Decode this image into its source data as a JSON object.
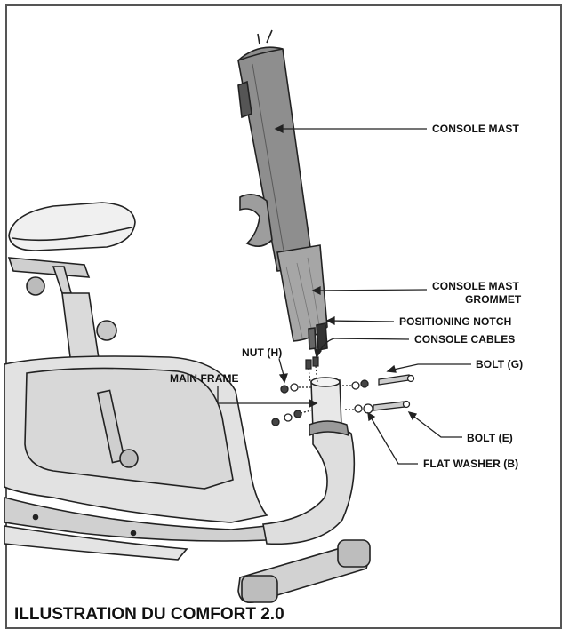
{
  "labels": {
    "console_mast": "CONSOLE MAST",
    "console_mast_grommet_line1": "CONSOLE MAST",
    "console_mast_grommet_line2": "GROMMET",
    "positioning_notch": "POSITIONING NOTCH",
    "console_cables": "CONSOLE CABLES",
    "nut_h": "NUT (H)",
    "bolt_g": "BOLT (G)",
    "main_frame": "MAIN FRAME",
    "bolt_e": "BOLT (E)",
    "flat_washer_b": "FLAT WASHER (B)"
  },
  "caption": "ILLUSTRATION DU COMFORT 2.0",
  "colors": {
    "line": "#222222",
    "mast": "#8e8e8e",
    "grommet": "#a6a6a6",
    "frame": "#dcdcdc"
  }
}
